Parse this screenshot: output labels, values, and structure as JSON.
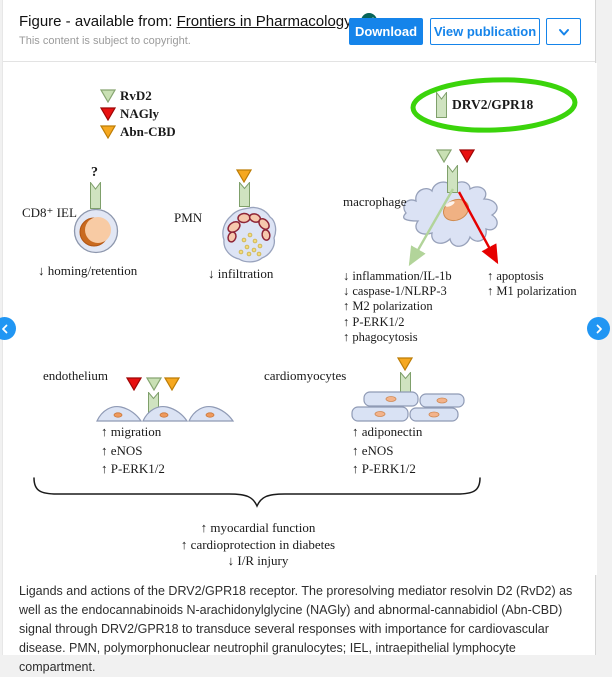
{
  "header": {
    "title_prefix": "Figure - available from:",
    "source_link": "Frontiers in Pharmacology",
    "copyright_note": "This content is subject to copyright.",
    "download_label": "Download",
    "view_publication_label": "View publication"
  },
  "icons": {
    "verified": "check-in-circle",
    "dropdown": "chevron-down",
    "prev": "chevron-left",
    "next": "chevron-right",
    "ligand": "inverted-triangle",
    "receptor": "notched-receptor"
  },
  "figure": {
    "legend": [
      {
        "label": "RvD2",
        "color": "#c9e0b4"
      },
      {
        "label": "NAGly",
        "color": "#e81010"
      },
      {
        "label": "Abn-CBD",
        "color": "#f6a820"
      }
    ],
    "receptor_badge": "DRV2/GPR18",
    "cd8": {
      "question": "?",
      "label": "CD8⁺ IEL",
      "effect": "↓ homing/retention"
    },
    "pmn": {
      "label": "PMN",
      "effect": "↓ infiltration"
    },
    "macrophage": {
      "label": "macrophage",
      "green_effects": [
        "↓ inflammation/IL-1b",
        "↓ caspase-1/NLRP-3",
        "↑ M2 polarization",
        "↑ P-ERK1/2",
        "↑ phagocytosis"
      ],
      "red_effects": [
        "↑ apoptosis",
        "↑ M1 polarization"
      ]
    },
    "endothelium": {
      "label": "endothelium",
      "effects": [
        "↑ migration",
        "↑ eNOS",
        "↑ P-ERK1/2"
      ]
    },
    "cardiomyocytes": {
      "label": "cardiomyocytes",
      "effects": [
        "↑ adiponectin",
        "↑ eNOS",
        "↑ P-ERK1/2"
      ]
    },
    "summary": [
      "↑ myocardial function",
      "↑ cardioprotection in diabetes",
      "↓ I/R injury"
    ]
  },
  "caption": "Ligands and actions of the DRV2/GPR18 receptor. The proresolving mediator resolvin D2 (RvD2) as well as the endocannabinoids N-arachidonylglycine (NAGly) and abnormal-cannabidiol (Abn-CBD) signal through DRV2/GPR18 to transduce several responses with importance for cardiovascular disease. PMN, polymorphonuclear neutrophil granulocytes; IEL, intraepithelial lymphocyte compartment.",
  "colors": {
    "accent_blue": "#1584ea",
    "badge_teal": "#07655a",
    "ligand_green": "#c9e0b4",
    "ligand_red": "#e81010",
    "ligand_orange": "#f6a820",
    "oval_green": "#3bd40b",
    "arrow_green": "#b2d49a",
    "arrow_red": "#e60000",
    "nav_blue": "#2196f3"
  }
}
